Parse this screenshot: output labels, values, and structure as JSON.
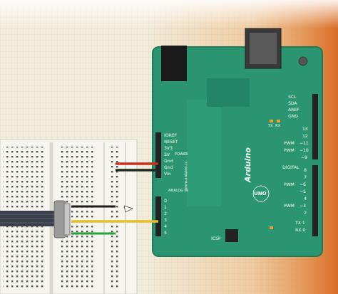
{
  "diagram": {
    "labels": [
      "IOREF",
      "RESET",
      "3V3",
      "5V",
      "Gnd",
      "Gnd",
      "Vin",
      "POWER",
      "www.arduino.cc",
      "ANALOG IN",
      "0",
      "1",
      "2",
      "3",
      "4",
      "5",
      "Arduino",
      "UNO",
      "SCL",
      "SDA",
      "AREF",
      "GND",
      "TX",
      "RX",
      "13",
      "12",
      "~11",
      "~10",
      "~9",
      "8",
      "7",
      "~6",
      "~5",
      "4",
      "~3",
      "2",
      "TX 1",
      "RX 0",
      "PWM",
      "PWM",
      "PWM",
      "PWM",
      "DIGITAL",
      "ICSP"
    ]
  }
}
